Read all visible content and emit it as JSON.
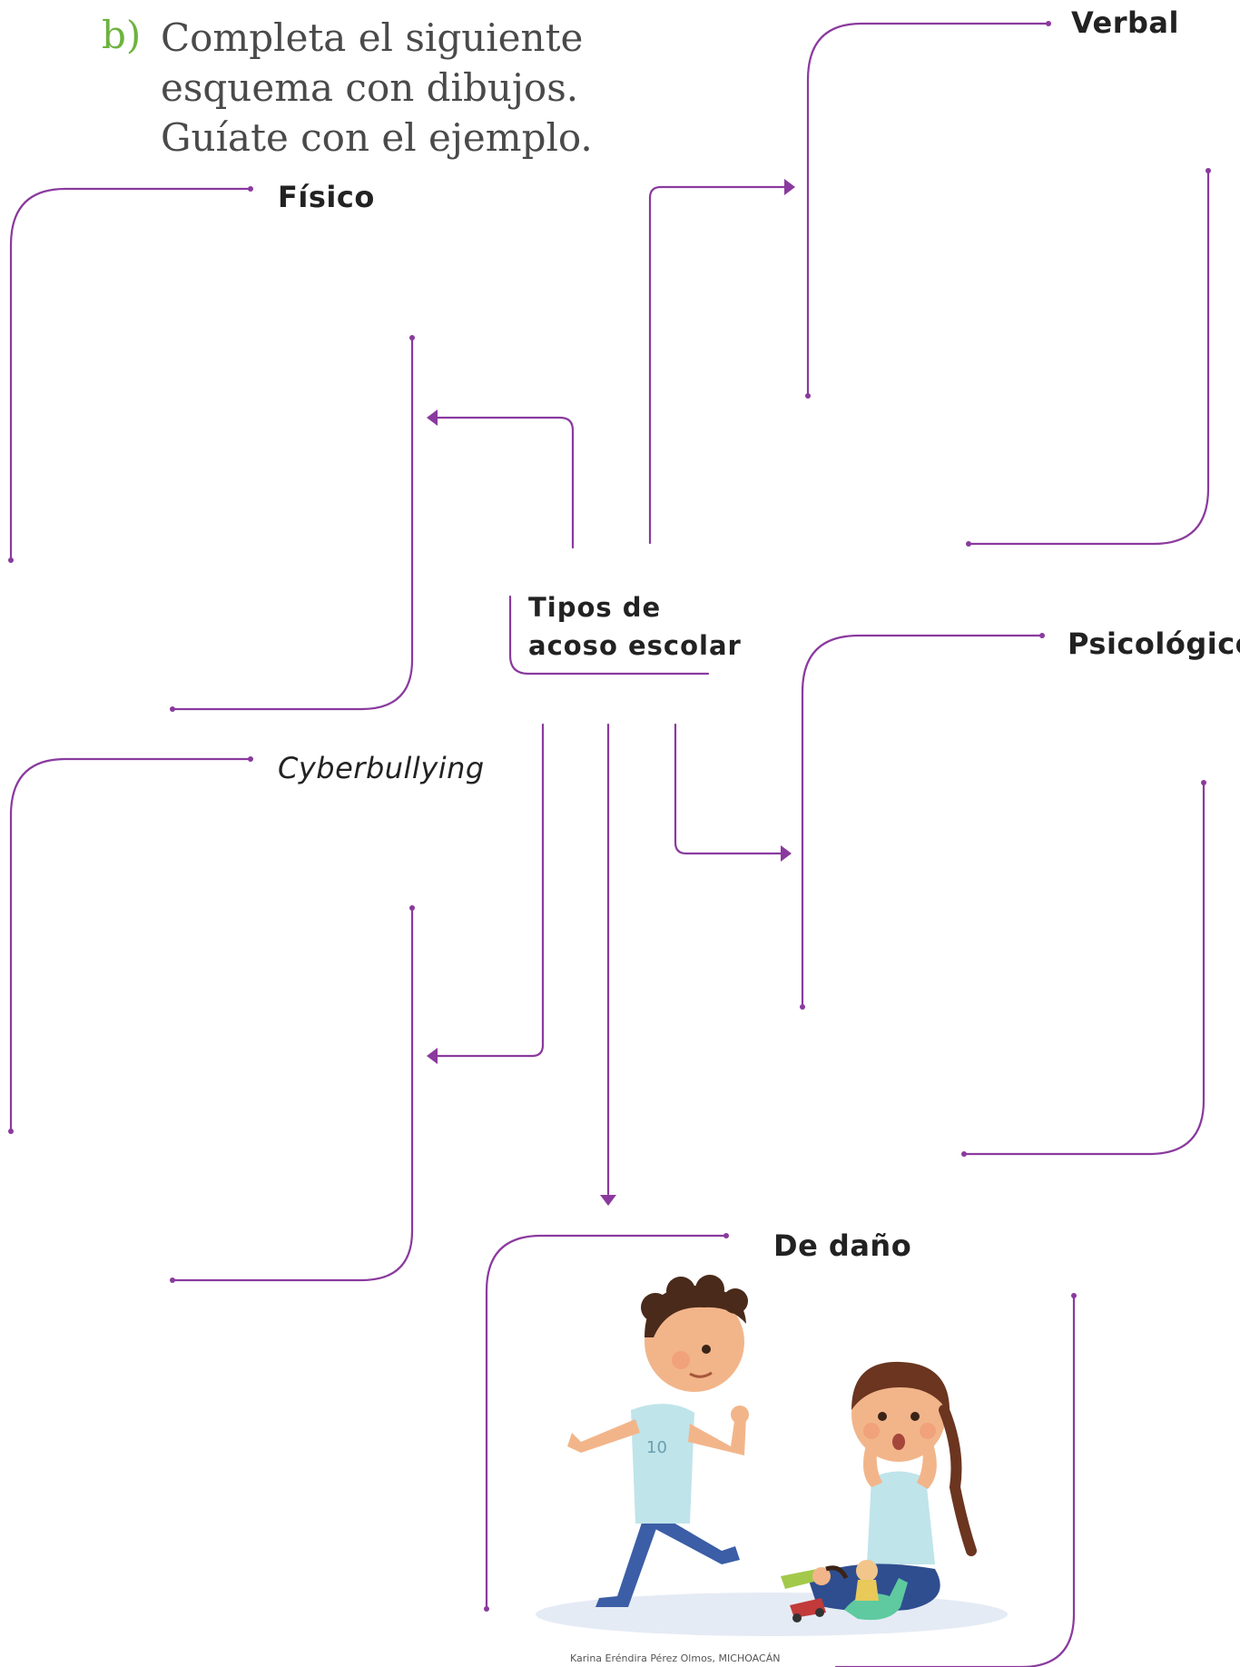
{
  "instruction": {
    "letter": "b)",
    "lines": [
      "Completa el siguiente",
      "esquema con dibujos.",
      "Guíate con el ejemplo."
    ]
  },
  "center": {
    "lines": [
      "Tipos de",
      "acoso escolar"
    ]
  },
  "categories": {
    "fisico": "Físico",
    "verbal": "Verbal",
    "psicologico": "Psicológico",
    "cyberbullying": "Cyberbullying",
    "de_dano": "De daño"
  },
  "credit": "Karina Eréndira Pérez Olmos, MICHOACÁN",
  "colors": {
    "connector": "#8a3a9e",
    "instruction_letter": "#6db33f",
    "instruction_text": "#4a4a4a",
    "label": "#222222"
  }
}
